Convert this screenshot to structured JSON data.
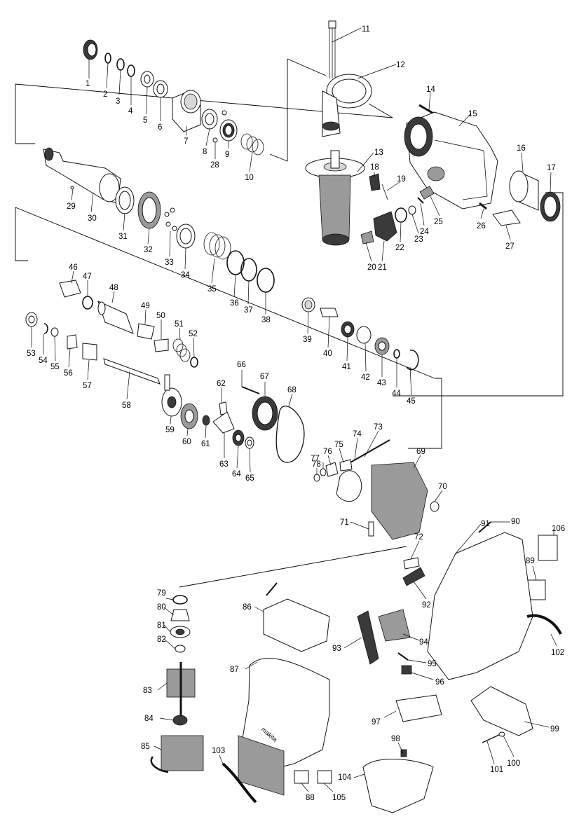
{
  "parts": [
    "1",
    "2",
    "3",
    "4",
    "5",
    "6",
    "7",
    "8",
    "9",
    "10",
    "11",
    "12",
    "13",
    "14",
    "15",
    "16",
    "17",
    "18",
    "19",
    "20",
    "21",
    "22",
    "23",
    "24",
    "25",
    "26",
    "27",
    "28",
    "29",
    "30",
    "31",
    "32",
    "33",
    "34",
    "35",
    "36",
    "37",
    "38",
    "39",
    "40",
    "41",
    "42",
    "43",
    "44",
    "45",
    "46",
    "47",
    "48",
    "49",
    "50",
    "51",
    "52",
    "53",
    "54",
    "55",
    "56",
    "57",
    "58",
    "59",
    "60",
    "61",
    "62",
    "63",
    "64",
    "65",
    "66",
    "67",
    "68",
    "69",
    "70",
    "71",
    "72",
    "73",
    "74",
    "75",
    "76",
    "77",
    "78",
    "79",
    "80",
    "81",
    "82",
    "83",
    "84",
    "85",
    "86",
    "87",
    "88",
    "89",
    "90",
    "91",
    "92",
    "93",
    "94",
    "95",
    "96",
    "97",
    "98",
    "99",
    "100",
    "101",
    "102",
    "103",
    "104",
    "105",
    "106"
  ],
  "label_on_housing": "makita"
}
